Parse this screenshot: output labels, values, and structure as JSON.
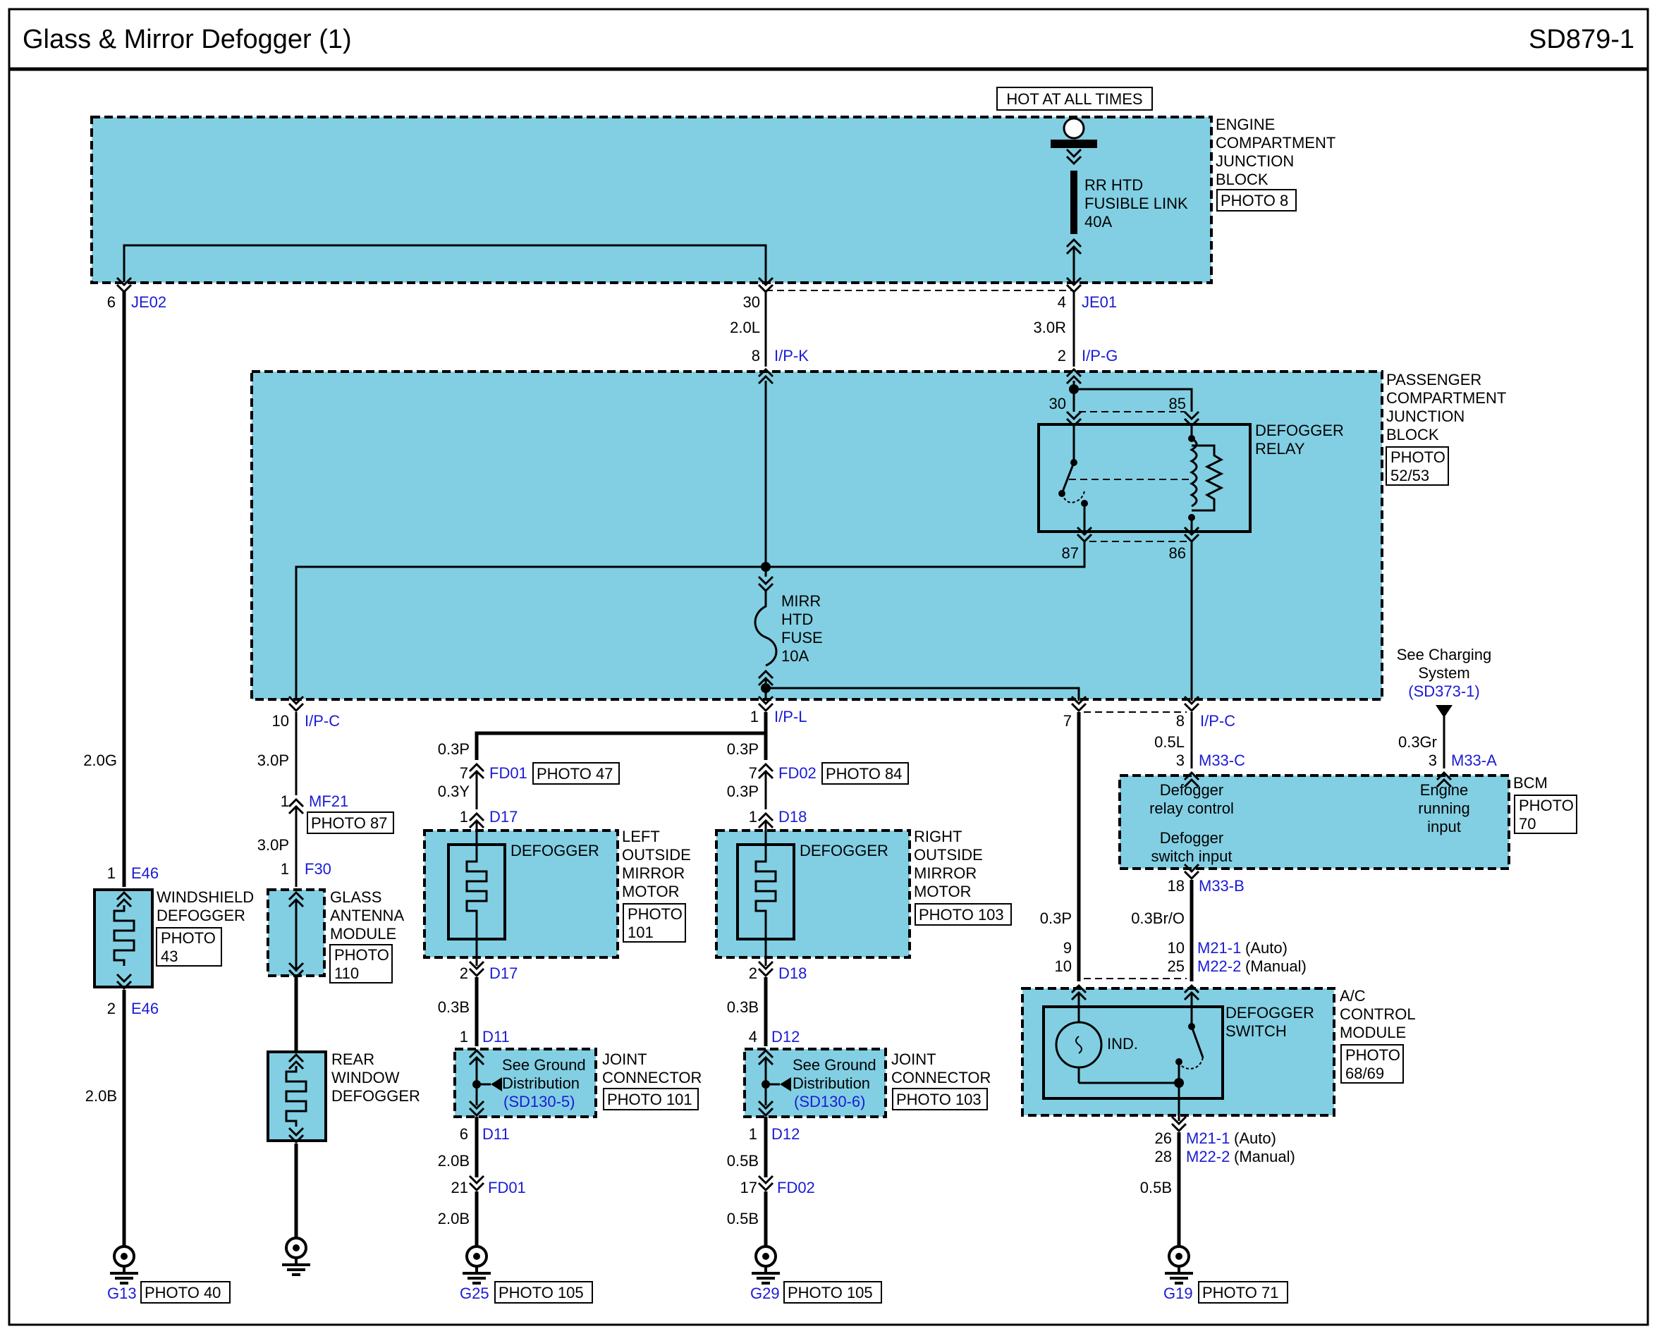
{
  "header": {
    "title": "Glass & Mirror Defogger (1)",
    "code": "SD879-1"
  },
  "power": {
    "hot_label": "HOT AT ALL TIMES",
    "fusible_link": [
      "RR HTD",
      "FUSIBLE LINK",
      "40A"
    ]
  },
  "ecjb": {
    "name": [
      "ENGINE",
      "COMPARTMENT",
      "JUNCTION",
      "BLOCK"
    ],
    "photo": "PHOTO 8"
  },
  "pcjb": {
    "name": [
      "PASSENGER",
      "COMPARTMENT",
      "JUNCTION",
      "BLOCK"
    ],
    "photo": [
      "PHOTO",
      "52/53"
    ]
  },
  "relay": {
    "name": [
      "DEFOGGER",
      "RELAY"
    ],
    "pins": {
      "p30": "30",
      "p85": "85",
      "p87": "87",
      "p86": "86"
    }
  },
  "mirr_fuse": [
    "MIRR",
    "HTD",
    "FUSE",
    "10A"
  ],
  "connectors": {
    "je02": "JE02",
    "je02_pin": "6",
    "je01": "JE01",
    "je01_pin": "4",
    "ec30": "30",
    "ipk": "I/P-K",
    "ipk_pin": "8",
    "ipg": "I/P-G",
    "ipg_pin": "2",
    "ipc": "I/P-C",
    "ipc_pin": "10",
    "ipl": "I/P-L",
    "ipl_pin": "1",
    "ipc2": "I/P-C",
    "ipc2_pin": "8",
    "pin7": "7",
    "mf21": "MF21",
    "mf21_pin": "1",
    "f30": "F30",
    "f30_pin": "1",
    "e46a": "E46",
    "e46a_pin": "1",
    "e46b": "E46",
    "e46b_pin": "2",
    "fd01a": "FD01",
    "fd01a_pin": "7",
    "d17a": "D17",
    "d17a_pin": "1",
    "d17b": "D17",
    "d17b_pin": "2",
    "d11a": "D11",
    "d11a_pin": "1",
    "d11b": "D11",
    "d11b_pin": "6",
    "fd01b": "FD01",
    "fd01b_pin": "21",
    "fd02a": "FD02",
    "fd02a_pin": "7",
    "d18a": "D18",
    "d18a_pin": "1",
    "d18b": "D18",
    "d18b_pin": "2",
    "d12a": "D12",
    "d12a_pin": "4",
    "d12b": "D12",
    "d12b_pin": "1",
    "fd02b": "FD02",
    "fd02b_pin": "17",
    "m33c": "M33-C",
    "m33c_pin": "3",
    "m33a": "M33-A",
    "m33a_pin": "3",
    "m33b": "M33-B",
    "m33b_pin": "18",
    "m211a": "M21-1",
    "m211a_pin": "10",
    "m211a_note": "(Auto)",
    "m222a": "M22-2",
    "m222a_pin": "25",
    "m222a_note": "(Manual)",
    "pin9": "9",
    "pin10": "10",
    "m211b": "M21-1",
    "m211b_pin": "26",
    "m211b_note": "(Auto)",
    "m222b": "M22-2",
    "m222b_pin": "28",
    "m222b_note": "(Manual)"
  },
  "wires": {
    "w20l": "2.0L",
    "w30r": "3.0R",
    "w20g": "2.0G",
    "w30p_a": "3.0P",
    "w30p_b": "3.0P",
    "w20b_ws": "2.0B",
    "w03p_l": "0.3P",
    "w03y": "0.3Y",
    "w03b_l": "0.3B",
    "w20b_l1": "2.0B",
    "w20b_l2": "2.0B",
    "w03p_r1": "0.3P",
    "w03p_r2": "0.3P",
    "w03b_r": "0.3B",
    "w05b_r1": "0.5B",
    "w05b_r2": "0.5B",
    "w05l": "0.5L",
    "w03gr": "0.3Gr",
    "w03p_ac": "0.3P",
    "w03bro": "0.3Br/O",
    "w05b_ac": "0.5B"
  },
  "components": {
    "windshield": {
      "name": [
        "WINDSHIELD",
        "DEFOGGER"
      ],
      "photo": [
        "PHOTO",
        "43"
      ]
    },
    "antenna": {
      "name": [
        "GLASS",
        "ANTENNA",
        "MODULE"
      ],
      "photo": [
        "PHOTO",
        "110"
      ]
    },
    "rear": {
      "name": [
        "REAR",
        "WINDOW",
        "DEFOGGER"
      ]
    },
    "left_mirror": {
      "inner": "DEFOGGER",
      "name": [
        "LEFT",
        "OUTSIDE",
        "MIRROR",
        "MOTOR"
      ],
      "photo": [
        "PHOTO",
        "101"
      ]
    },
    "right_mirror": {
      "inner": "DEFOGGER",
      "name": [
        "RIGHT",
        "OUTSIDE",
        "MIRROR",
        "MOTOR"
      ],
      "photo": "PHOTO 103"
    },
    "jc_left": {
      "see": [
        "See Ground",
        "Distribution"
      ],
      "ref": "(SD130-5)",
      "name": [
        "JOINT",
        "CONNECTOR"
      ],
      "photo": "PHOTO 101"
    },
    "jc_right": {
      "see": [
        "See Ground",
        "Distribution"
      ],
      "ref": "(SD130-6)",
      "name": [
        "JOINT",
        "CONNECTOR"
      ],
      "photo": "PHOTO 103"
    },
    "bcm": {
      "name": "BCM",
      "photo": [
        "PHOTO",
        "70"
      ],
      "t1": [
        "Defogger",
        "relay control"
      ],
      "t2": [
        "Defogger",
        "switch input"
      ],
      "t3": [
        "Engine",
        "running",
        "input"
      ]
    },
    "ac": {
      "name": [
        "A/C",
        "CONTROL",
        "MODULE"
      ],
      "photo": [
        "PHOTO",
        "68/69"
      ],
      "switch": [
        "DEFOGGER",
        "SWITCH"
      ],
      "ind": "IND."
    }
  },
  "charging": {
    "see": [
      "See Charging",
      "System"
    ],
    "ref": "(SD373-1)"
  },
  "photos": {
    "fd01": "PHOTO 47",
    "fd02": "PHOTO 84",
    "mf21": "PHOTO 87"
  },
  "grounds": {
    "g13": {
      "id": "G13",
      "photo": "PHOTO 40"
    },
    "g25": {
      "id": "G25",
      "photo": "PHOTO 105"
    },
    "g29": {
      "id": "G29",
      "photo": "PHOTO 105"
    },
    "g19": {
      "id": "G19",
      "photo": "PHOTO 71"
    }
  }
}
